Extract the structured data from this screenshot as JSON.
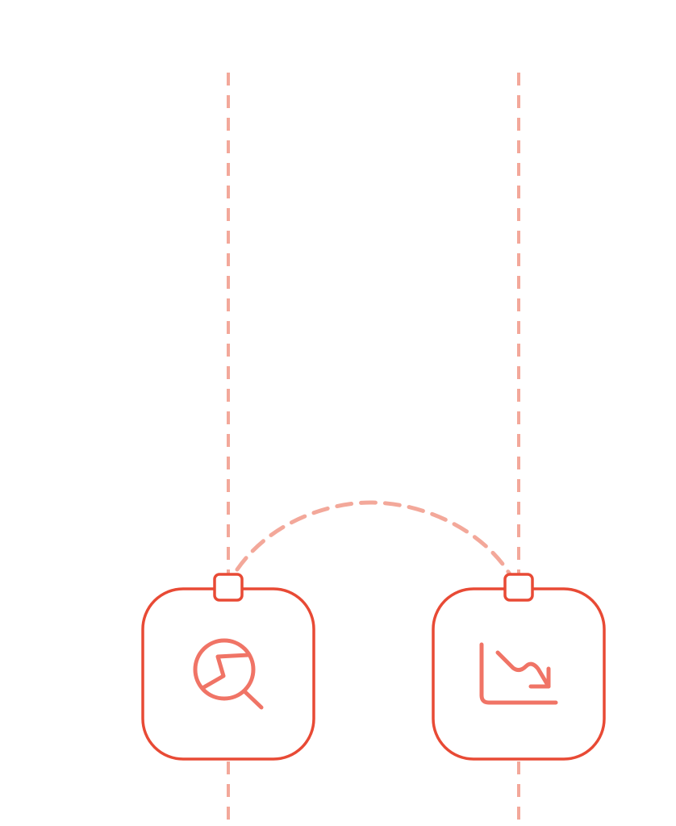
{
  "palette": {
    "background": "#ffffff",
    "node_border": "#E84A35",
    "icon_stroke": "#F07466",
    "connector": "#F3A89A"
  },
  "nodes": [
    {
      "id": "analysis",
      "icon": "magnifier-pie-chart-icon"
    },
    {
      "id": "decline",
      "icon": "trend-down-chart-icon"
    }
  ],
  "connections": [
    {
      "from": "analysis",
      "to": "decline",
      "style": "dashed-arc"
    }
  ]
}
